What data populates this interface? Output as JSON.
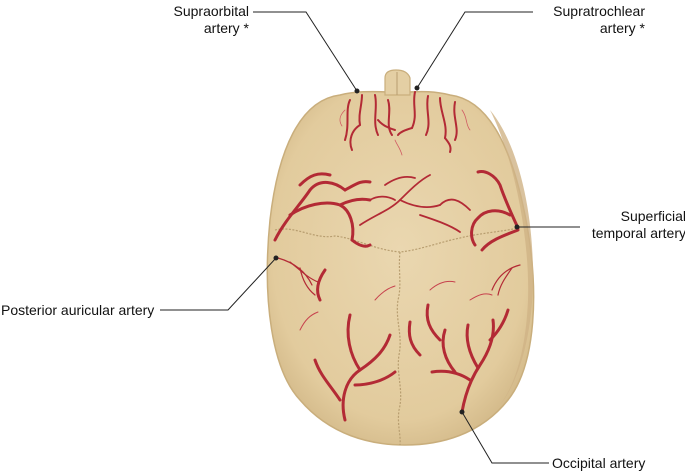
{
  "labels": {
    "supraorbital": {
      "line1": "Supraorbital",
      "line2": "artery *"
    },
    "supratrochlear": {
      "line1": "Supratrochlear",
      "line2": "artery *"
    },
    "superficial_temporal": {
      "line1": "Superficial",
      "line2": "temporal artery"
    },
    "posterior_auricular": "Posterior auricular artery",
    "occipital": "Occipital artery"
  },
  "colors": {
    "skull_fill": "#e6d1a7",
    "skull_shade": "#d4bb8c",
    "skull_outline": "#c9ae7c",
    "suture": "#b89e70",
    "artery": "#b32a35",
    "artery_highlight": "#d7505a",
    "leader_line": "#222222"
  }
}
